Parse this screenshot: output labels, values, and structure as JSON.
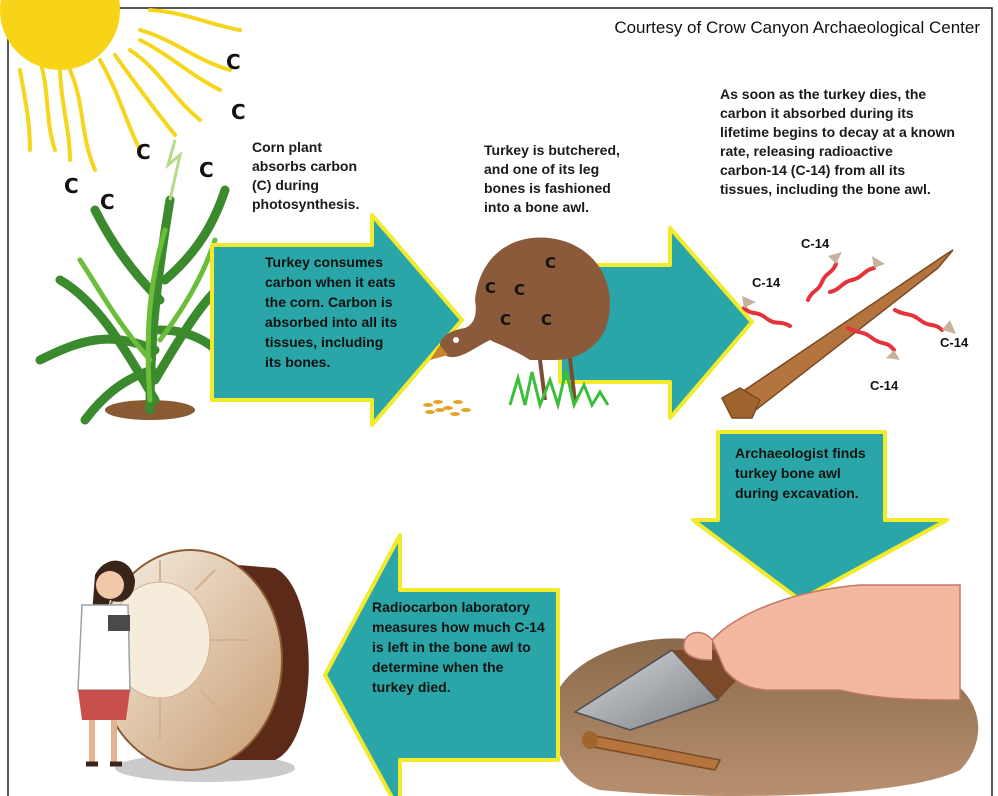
{
  "credit": "Courtesy of Crow Canyon Archaeological Center",
  "sun": {
    "carbon_symbol": "C"
  },
  "steps": {
    "corn": "Corn plant\nabsorbs carbon\n(C) during\nphotosynthesis.",
    "turkey_eats": "Turkey consumes\ncarbon when it eats\nthe corn. Carbon is\nabsorbed into all its\ntissues, including\nits bones.",
    "butchered": "Turkey is butchered,\nand one of its leg\nbones is fashioned\ninto a bone awl.",
    "decay": "As soon as the turkey dies, the\ncarbon it absorbed during its\nlifetime begins to decay at a known\nrate, releasing radioactive\ncarbon-14 (C-14) from all its\ntissues, including the bone awl.",
    "excavation": "Archaeologist finds\nturkey bone awl\nduring excavation.",
    "laboratory": "Radiocarbon laboratory\nmeasures how much C-14\nis left in the bone awl to\ndetermine when the\nturkey died."
  },
  "emissions": {
    "label": "C-14"
  },
  "colors": {
    "arrow_fill": "#2aa6a8",
    "arrow_border": "#f2ea2a",
    "sun": "#f7d418",
    "bone": "#b5743e",
    "turkey": "#8a5a3a",
    "wave": "#e5333b"
  }
}
